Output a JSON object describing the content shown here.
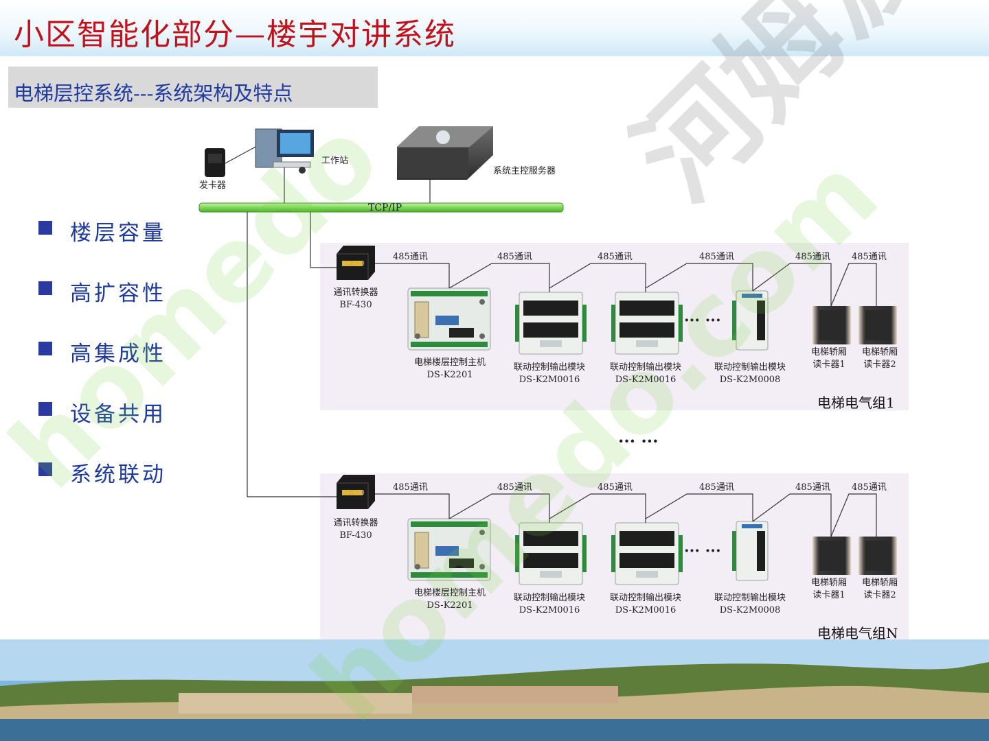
{
  "title": "小区智能化部分—楼宇对讲系统",
  "subtitle": "电梯层控系统---系统架构及特点",
  "features": [
    "楼层容量",
    "高扩容性",
    "高集成性",
    "设备共用",
    "系统联动"
  ],
  "network": {
    "card_issuer": "发卡器",
    "workstation": "工作站",
    "server": "系统主控服务器",
    "bus": "TCP/IP"
  },
  "groups": [
    {
      "name": "电梯电气组1",
      "converter": [
        "通讯转换器",
        "BF-430"
      ],
      "controller": [
        "电梯楼层控制主机",
        "DS-K2201"
      ],
      "module_a": [
        "联动控制输出模块",
        "DS-K2M0016"
      ],
      "module_b": [
        "联动控制输出模块",
        "DS-K2M0016"
      ],
      "module_c": [
        "联动控制输出模块",
        "DS-K2M0008"
      ],
      "reader1": [
        "电梯轿厢",
        "读卡器1"
      ],
      "reader2": [
        "电梯轿厢",
        "读卡器2"
      ],
      "comm": [
        "485通讯",
        "485通讯",
        "485通讯",
        "485通讯",
        "485通讯",
        "485通讯"
      ],
      "ellipsis": "··· ···"
    },
    {
      "name": "电梯电气组N",
      "converter": [
        "通讯转换器",
        "BF-430"
      ],
      "controller": [
        "电梯楼层控制主机",
        "DS-K2201"
      ],
      "module_a": [
        "联动控制输出模块",
        "DS-K2M0016"
      ],
      "module_b": [
        "联动控制输出模块",
        "DS-K2M0016"
      ],
      "module_c": [
        "联动控制输出模块",
        "DS-K2M0008"
      ],
      "reader1": [
        "电梯轿厢",
        "读卡器1"
      ],
      "reader2": [
        "电梯轿厢",
        "读卡器2"
      ],
      "comm": [
        "485通讯",
        "485通讯",
        "485通讯",
        "485通讯",
        "485通讯",
        "485通讯"
      ],
      "ellipsis": "··· ···"
    }
  ],
  "between_groups": "··· ···",
  "device_tag": "BF-430",
  "colors": {
    "title": "#c0121c",
    "subtitle": "#1f3a9e",
    "bus": "#7ed957",
    "group_bg": "#f3eef5"
  }
}
